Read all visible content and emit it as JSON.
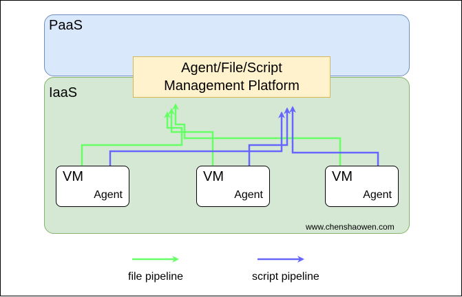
{
  "zones": {
    "paas": {
      "label": "PaaS"
    },
    "iaas": {
      "label": "IaaS"
    }
  },
  "platform": {
    "line1": "Agent/File/Script",
    "line2": "Management Platform"
  },
  "vms": [
    {
      "title": "VM",
      "agent": "Agent"
    },
    {
      "title": "VM",
      "agent": "Agent"
    },
    {
      "title": "VM",
      "agent": "Agent"
    }
  ],
  "watermark": "www.chenshaowen.com",
  "legend": {
    "file": {
      "label": "file pipeline",
      "color": "#66ff66"
    },
    "script": {
      "label": "script pipeline",
      "color": "#6666ff"
    }
  }
}
